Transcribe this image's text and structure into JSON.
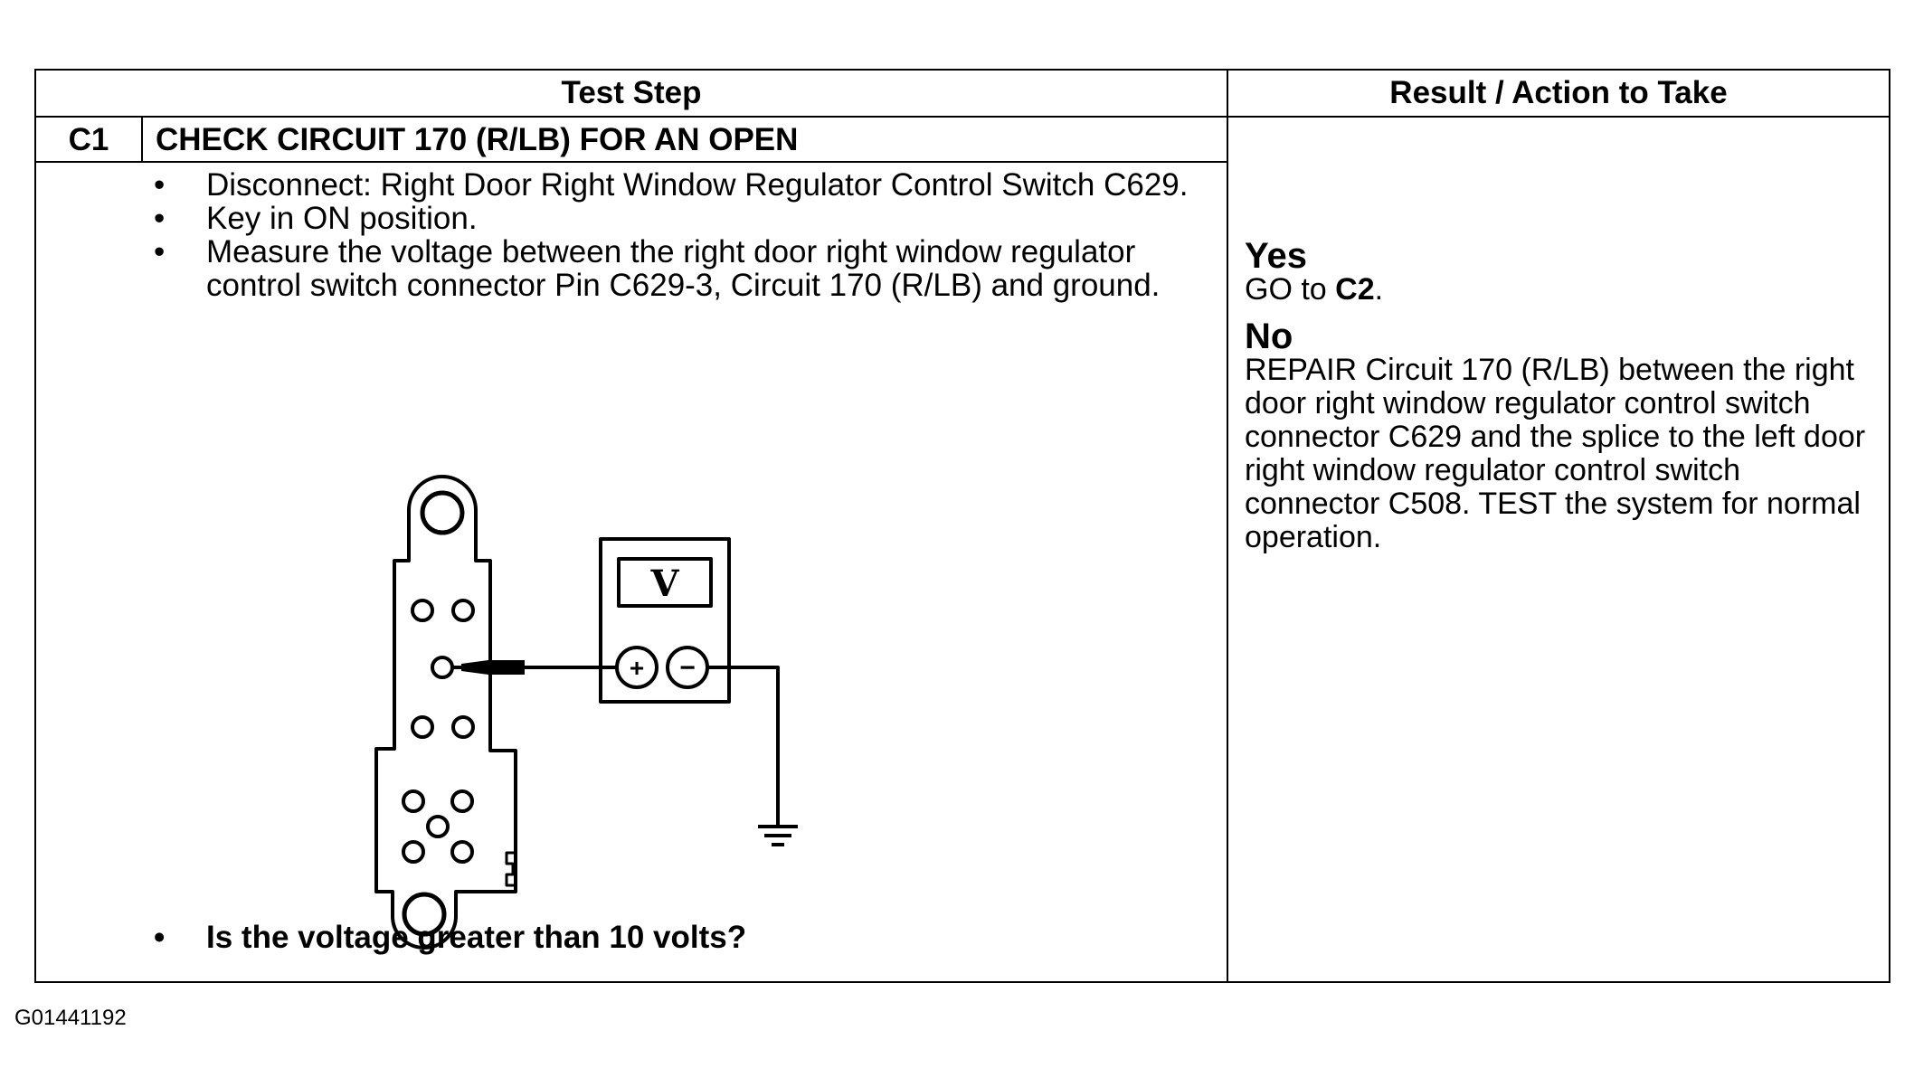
{
  "table": {
    "header_test_step": "Test Step",
    "header_result": "Result / Action to Take",
    "step_id": "C1",
    "step_title": "CHECK CIRCUIT 170 (R/LB) FOR AN OPEN",
    "instructions": [
      "Disconnect: Right Door Right Window Regulator Control Switch C629.",
      "Key in ON position.",
      "Measure the voltage between the right door right window regulator control switch connector Pin C629-3, Circuit 170 (R/LB) and ground."
    ],
    "question": "Is the voltage greater than 10 volts?",
    "yes_label": "Yes",
    "yes_action_prefix": "GO to ",
    "yes_action_target": "C2",
    "yes_action_suffix": ".",
    "no_label": "No",
    "no_action": "REPAIR Circuit 170 (R/LB) between the right door right window regulator control switch connector C629 and the splice to the left door right window regulator control switch connector C508. TEST the system for normal operation."
  },
  "diagram": {
    "meter_display": "V",
    "meter_plus": "+",
    "meter_minus": "−"
  },
  "figure_code": "G01441192"
}
